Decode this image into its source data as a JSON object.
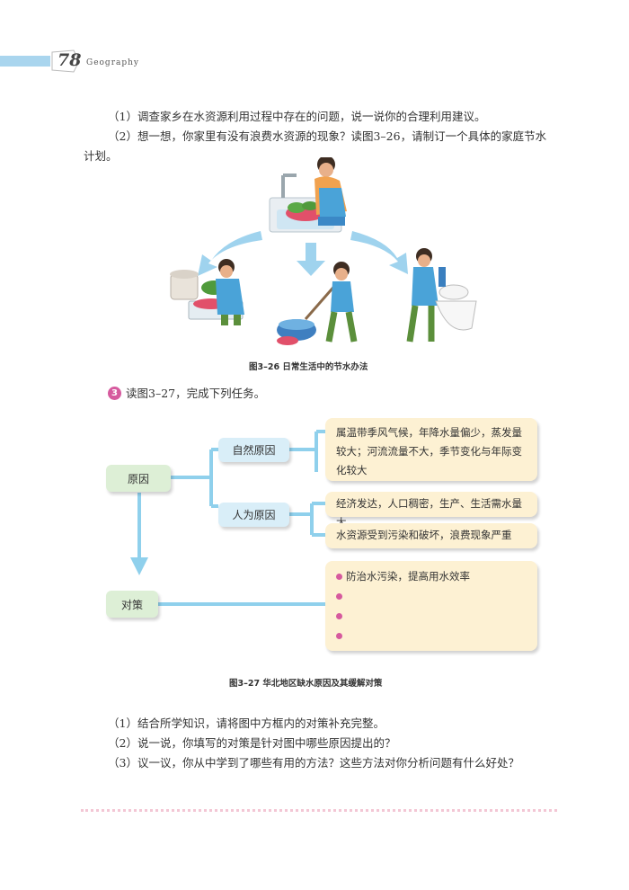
{
  "header": {
    "page_number": "78",
    "subject": "Geography"
  },
  "intro": {
    "item1": "（1）调查家乡在水资源利用过程中存在的问题，说一说你的合理利用建议。",
    "item2_line1": "（2）想一想，你家里有没有浪费水资源的现象？读图3–26，请制订一个具体的家庭节水",
    "item2_line2": "计划。"
  },
  "figure_326": {
    "caption": "图3–26   日常生活中的节水办法"
  },
  "task3": {
    "number": "3",
    "text": "读图3–27，完成下列任务。"
  },
  "diagram": {
    "reason": "原因",
    "natural": "自然原因",
    "human": "人为原因",
    "countermeasure": "对策",
    "natural_detail": [
      "属温带季风气候，年降水量偏少，蒸发量",
      "较大；河流流量不大，季节变化与年际变",
      "化较大"
    ],
    "human_detail_1": "经济发达，人口稠密，生产、生活需水量大",
    "human_detail_2": "水资源受到污染和破坏，浪费现象严重",
    "measures": [
      "防治水污染，提高用水效率",
      "",
      "",
      ""
    ],
    "caption": "图3–27   华北地区缺水原因及其缓解对策"
  },
  "questions": {
    "q1": "（1）结合所学知识，请将图中方框内的对策补充完整。",
    "q2": "（2）说一说，你填写的对策是针对图中哪些原因提出的？",
    "q3": "（3）议一议，你从中学到了哪些有用的方法？这些方法对你分析问题有什么好处？"
  },
  "colors": {
    "arrow_blue": "#8fd0ec",
    "bullet_pink": "#d65a9e",
    "header_blue": "#a9d5ee"
  }
}
